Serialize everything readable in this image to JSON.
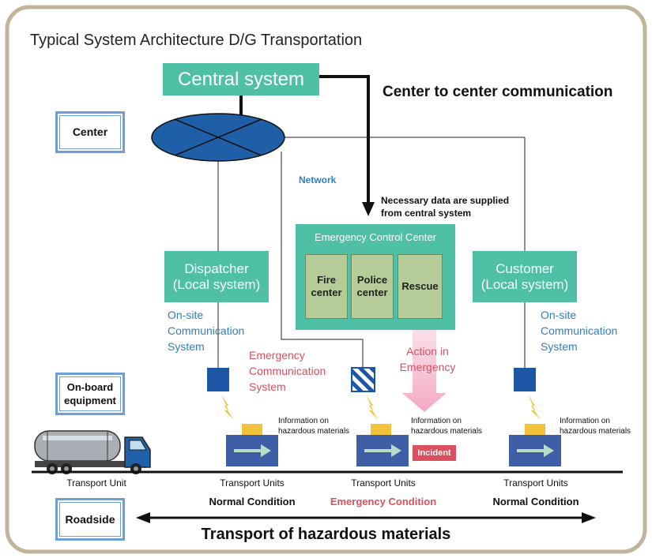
{
  "title": "Typical System Architecture D/G Transportation",
  "central_system": "Central system",
  "center_to_center": "Center to center communication",
  "side_labels": {
    "center": "Center",
    "onboard": "On-board equipment",
    "roadside": "Roadside"
  },
  "network": "Network",
  "necessary_data": "Necessary data are supplied from central system",
  "emergency_control_center": {
    "title": "Emergency Control Center",
    "units": [
      "Fire center",
      "Police center",
      "Rescue"
    ]
  },
  "dispatcher": "Dispatcher (Local system)",
  "customer": "Customer (Local system)",
  "onsite_comm": "On-site Communication System",
  "emergency_comm": "Emergency Communication System",
  "action_in_emergency": "Action in Emergency",
  "info_hazardous": "Information on hazardous materials",
  "incident": "Incident",
  "transport_unit": "Transport Unit",
  "transport_units": "Transport Units",
  "normal_condition": "Normal Condition",
  "emergency_condition": "Emergency Condition",
  "bottom_title": "Transport of hazardous materials",
  "colors": {
    "frame_border": "#c2b49a",
    "green_box": "#4fbfa6",
    "network_ellipse": "#1f5fa8",
    "onboard_blue": "#1d56a5",
    "unit_blue": "#3e5fa6",
    "yellow": "#f2c33a",
    "red": "#d9505f",
    "link_blue": "#2f7fc1",
    "pink_arrow": "#f5b8cf"
  }
}
